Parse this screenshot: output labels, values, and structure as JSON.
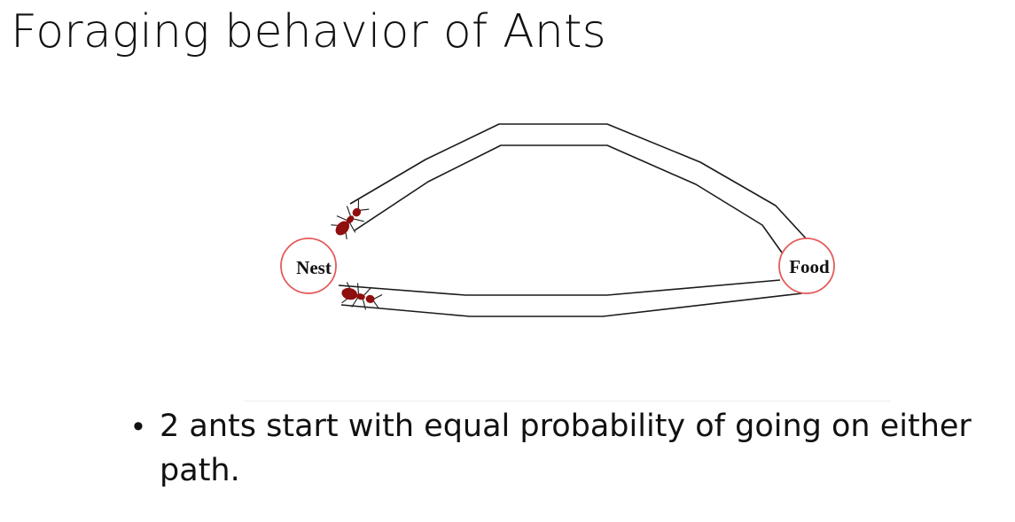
{
  "slide": {
    "title": "Foraging behavior of Ants"
  },
  "diagram": {
    "nodes": {
      "nest": "Nest",
      "food": "Food"
    },
    "colors": {
      "node_stroke": "#e45b5b",
      "path_stroke": "#1a1a1a",
      "ant_body": "#8f0f0f"
    },
    "icons": [
      "ant-icon",
      "ant-icon"
    ]
  },
  "bullets": [
    {
      "symbol": "•",
      "text": "2 ants start with equal probability of going on either path."
    }
  ]
}
